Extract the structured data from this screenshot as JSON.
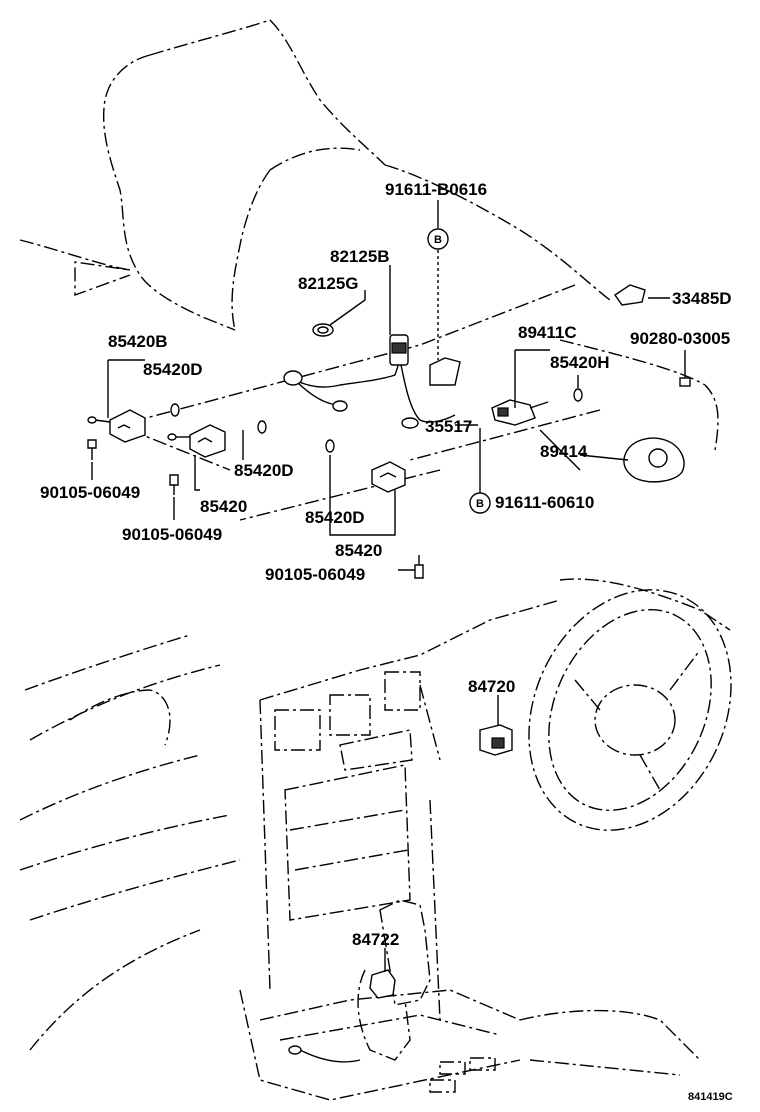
{
  "labels": {
    "p91611_B0616": "91611-B0616",
    "p82125B": "82125B",
    "p82125G": "82125G",
    "p33485D": "33485D",
    "p85420B": "85420B",
    "p85420D_a": "85420D",
    "p89411C": "89411C",
    "p90280_03005": "90280-03005",
    "p85420H": "85420H",
    "p35517": "35517",
    "p89414": "89414",
    "p85420D_b": "85420D",
    "p90105_06049_a": "90105-06049",
    "p85420_a": "85420",
    "p91611_60610": "91611-60610",
    "p90105_06049_b": "90105-06049",
    "p85420D_c": "85420D",
    "p85420_b": "85420",
    "p90105_06049_c": "90105-06049",
    "p84720": "84720",
    "p84722": "84722",
    "ref_code": "841419C"
  },
  "circle_marks": {
    "b_top": "B",
    "b_bottom": "B"
  }
}
